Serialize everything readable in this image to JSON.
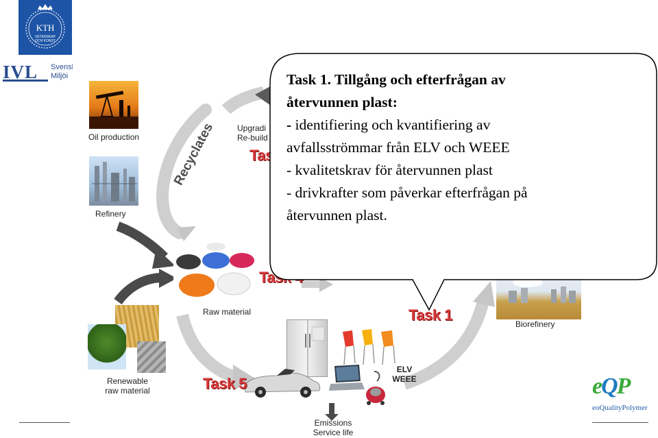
{
  "logos": {
    "kth": {
      "text": "KTH",
      "sub_1": "VETENSKAP",
      "sub_2": "OCH KONST",
      "color": "#1d54a6"
    },
    "ivl": {
      "mark": "IVL",
      "text_1": "Svensk",
      "text_2": "Miljöi",
      "color": "#2a4d8f"
    },
    "eqp": {
      "mark_e": "e",
      "mark_q": "Q",
      "mark_p": "P",
      "text": "eoQualityPolymer",
      "green": "#3aa83a",
      "blue": "#1d7bc0"
    }
  },
  "diagram": {
    "labels": {
      "oil_production": "Oil production",
      "refinery": "Refinery",
      "raw_material": "Raw material",
      "biorefinery": "Biorefinery",
      "renewable_1": "Renewable",
      "renewable_2": "raw material",
      "elv": "ELV",
      "weee": "WEEE",
      "emissions": "Emissions",
      "service_life": "Service life",
      "upgrading": "Upgradi",
      "rebuild": "Re-build",
      "recyclates": "Recyclates"
    },
    "tasks": {
      "task_3": "Tas",
      "task_4": "Task 4",
      "task_1": "Task 1",
      "task_5": "Task 5"
    },
    "task_color": "#d8393a"
  },
  "bubble": {
    "heading_1": "Task 1. Tillgång och efterfrågan av",
    "heading_2": "återvunnen plast:",
    "line_1_dash": "-",
    "line_1": "  identifiering och kvantifiering av",
    "line_2": "avfallsströmmar från ELV och WEEE",
    "line_3": "- kvalitetskrav för återvunnen plast",
    "line_4": "- drivkrafter som påverkar efterfrågan på",
    "line_5": "återvunnen plast."
  }
}
